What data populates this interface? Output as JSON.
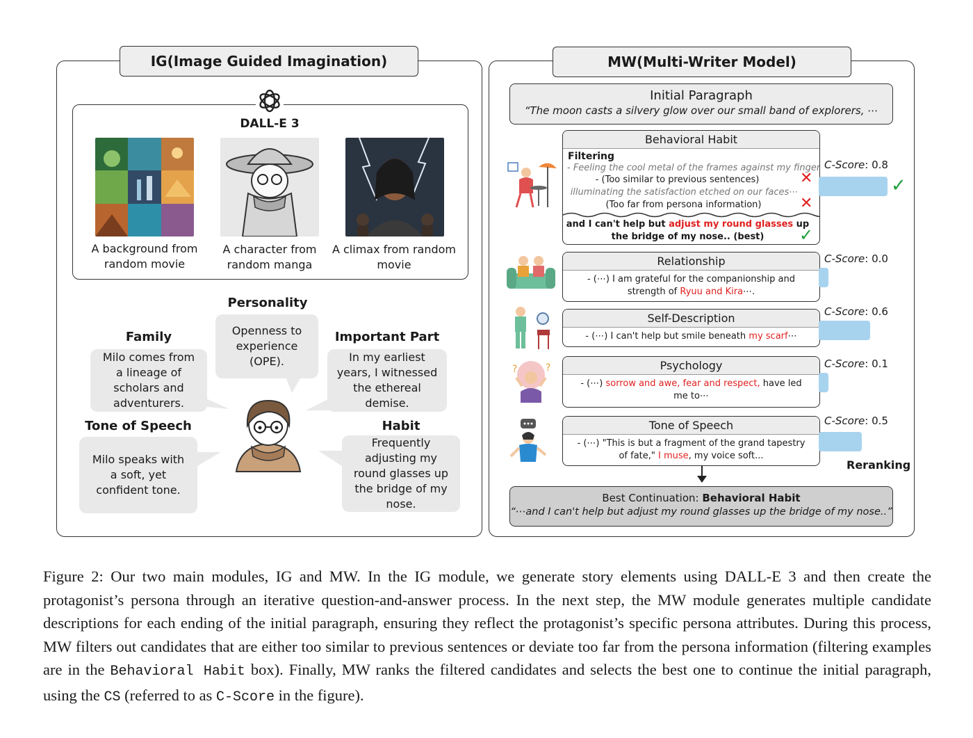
{
  "ig": {
    "title": "IG(Image Guided Imagination)",
    "dalle_label": "DALL-E 3",
    "images": [
      {
        "caption": "A background from random movie"
      },
      {
        "caption": "A character from random manga"
      },
      {
        "caption": "A climax from random movie"
      }
    ],
    "attributes": {
      "personality": {
        "title": "Personality",
        "text": "Openness to experience (OPE)."
      },
      "family": {
        "title": "Family",
        "text": "Milo comes from a lineage of scholars and adventurers."
      },
      "important_part": {
        "title": "Important Part",
        "text": "In my earliest years, I witnessed the ethereal demise."
      },
      "tone": {
        "title": "Tone of Speech",
        "text": "Milo speaks with a soft, yet confident tone."
      },
      "habit": {
        "title": "Habit",
        "text": "Frequently adjusting my round glasses up the bridge of my nose."
      }
    }
  },
  "mw": {
    "title": "MW(Multi-Writer Model)",
    "initial": {
      "title": "Initial Paragraph",
      "text": "“The moon casts a silvery glow over our small band of explorers, ⋯"
    },
    "behavioral": {
      "title": "Behavioral Habit",
      "filtering_label": "Filtering",
      "cand1": "- Feeling the cool metal of the frames against my fingers⋯",
      "reason1": "- (Too similar to previous sentences)",
      "cand2": "illuminating the satisfaction etched on our faces⋯",
      "reason2": "(Too far from persona information)",
      "best_pre": "and I can't help but ",
      "best_hl": "adjust my round glasses",
      "best_post": " up",
      "best_line2": "the bridge of my nose.. (best)",
      "score_label": "C-Score",
      "score": "0.8"
    },
    "cards": [
      {
        "title": "Relationship",
        "pre": "- (⋯) I am grateful for the companionship and strength of ",
        "hl": "Ryuu and Kira",
        "post": "⋯.",
        "score": "0.0"
      },
      {
        "title": "Self-Description",
        "pre": "- (⋯) I can't help but smile beneath ",
        "hl": "my scarf",
        "post": "⋯",
        "score": "0.6"
      },
      {
        "title": "Psychology",
        "pre": "- (⋯) ",
        "hl": "sorrow and awe, fear and respect,",
        "post": " have led me to⋯",
        "score": "0.1"
      },
      {
        "title": "Tone of Speech",
        "pre": "- (⋯) \"This is but a fragment of the grand tapestry of fate,\" ",
        "hl": "I muse",
        "post": ", my voice soft...",
        "score": "0.5"
      }
    ],
    "score_label": "C-Score",
    "reranking": "Reranking",
    "best": {
      "label": "Best Continuation: ",
      "label_bold": "Behavioral Habit",
      "text": "“⋯and I can't help but adjust my round glasses up the bridge of my nose..”"
    },
    "colors": {
      "bar": "#a7d3ef",
      "check": "#1e9e3a",
      "cross": "#e02020",
      "highlight": "#e02020"
    }
  },
  "figure_caption": {
    "p1": "Figure 2: Our two main modules, IG and MW. In the IG module, we generate story elements using DALL-E 3 and then create the protagonist’s persona through an iterative question-and-answer process. In the next step, the MW module generates multiple candidate descriptions for each ending of the initial paragraph, ensuring they reflect the protagonist’s specific persona attributes. During this process, MW filters out candidates that are either too similar to previous sentences or deviate too far from the persona information (filtering examples are in the ",
    "code1": "Behavioral Habit",
    "p2": " box). Finally, MW ranks the filtered candidates and selects the best one to continue the initial paragraph, using the ",
    "code2": "CS",
    "p3": " (referred to as ",
    "code3": "C-Score",
    "p4": " in the figure)."
  }
}
